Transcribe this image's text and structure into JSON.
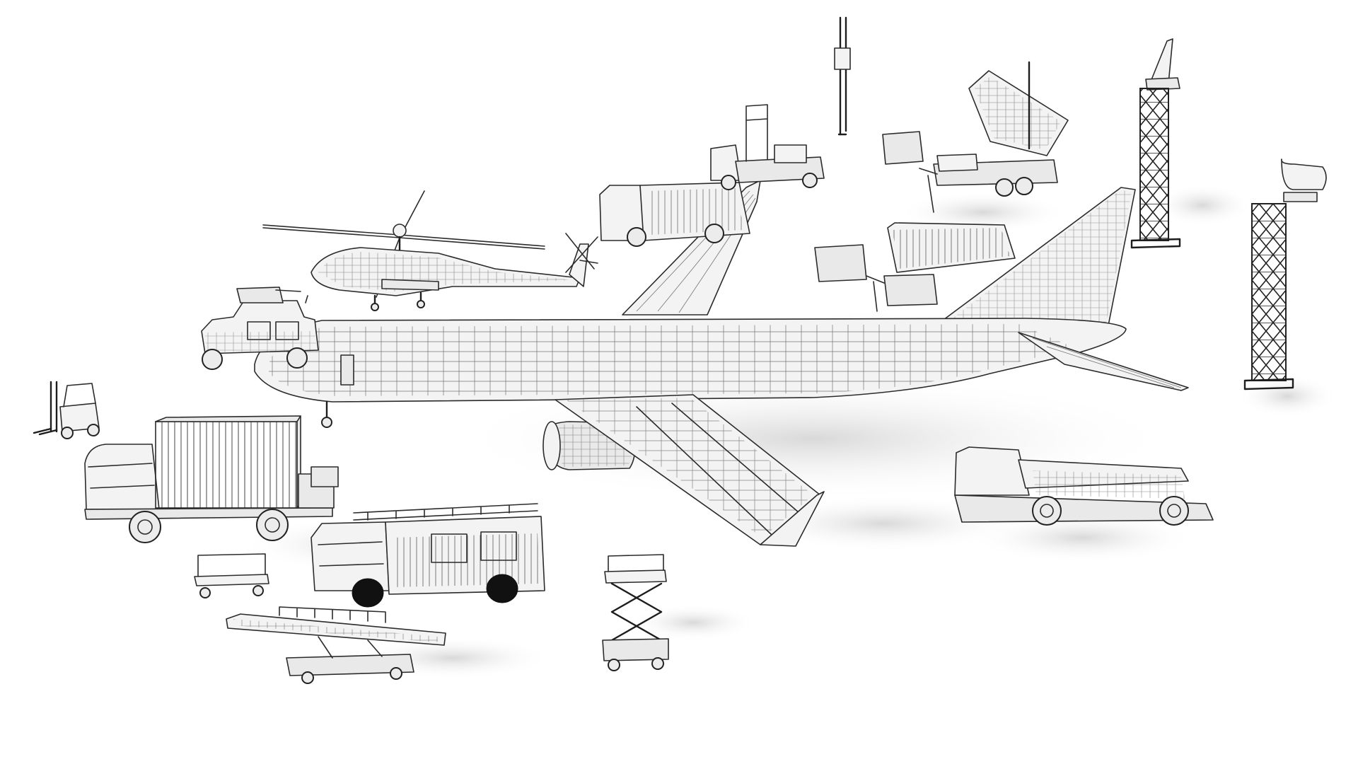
{
  "scene": {
    "background": "#ffffff",
    "line_color": "#2b2b2b",
    "fill_color": "#f3f3f3",
    "shadow_color": "#d9d9d9",
    "objects": [
      "airliner",
      "attack-helicopter",
      "armored-humvee",
      "forklift",
      "container-truck",
      "fire-truck",
      "baggage-cart",
      "belt-loader",
      "scissor-lift",
      "aircraft-tug",
      "fuel-truck",
      "generator-truck",
      "antenna-mast",
      "missile-launcher-raised",
      "missile-launcher-stowed",
      "lattice-tower-missile",
      "lattice-tower-radar"
    ]
  }
}
